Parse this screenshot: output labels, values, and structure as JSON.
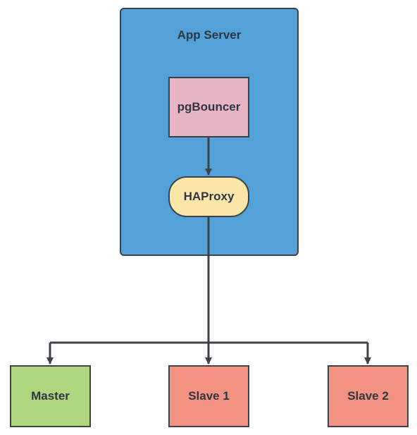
{
  "diagram": {
    "container": {
      "label": "App Server"
    },
    "nodes": {
      "pgbouncer": {
        "label": "pgBouncer"
      },
      "haproxy": {
        "label": "HAProxy"
      },
      "master": {
        "label": "Master"
      },
      "slave1": {
        "label": "Slave 1"
      },
      "slave2": {
        "label": "Slave 2"
      }
    },
    "edges": [
      {
        "from": "pgBouncer",
        "to": "HAProxy"
      },
      {
        "from": "HAProxy",
        "to": "Master"
      },
      {
        "from": "HAProxy",
        "to": "Slave 1"
      },
      {
        "from": "HAProxy",
        "to": "Slave 2"
      }
    ],
    "colors": {
      "container": "#52a2d7",
      "pgbouncer": "#e8b5c5",
      "haproxy": "#fde7a8",
      "master": "#afd67f",
      "slave": "#f29282",
      "stroke": "#3d4248"
    }
  }
}
